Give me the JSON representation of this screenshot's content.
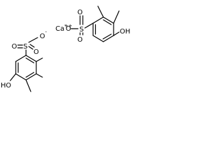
{
  "structure": {
    "molecule_a": {
      "oxygen_top": "O",
      "charge_top": "-",
      "sulfur": "S",
      "oxygen_left": "O",
      "oxygen_bottom": "O",
      "hydroxyl": "OH"
    },
    "counter_ion": {
      "label": "Ca",
      "charge": "++"
    },
    "molecule_b": {
      "oxygen_top": "O",
      "charge_top": "-",
      "sulfur": "S",
      "oxygen_left": "O",
      "oxygen_bottom": "O",
      "hydroxyl": "HO"
    }
  }
}
